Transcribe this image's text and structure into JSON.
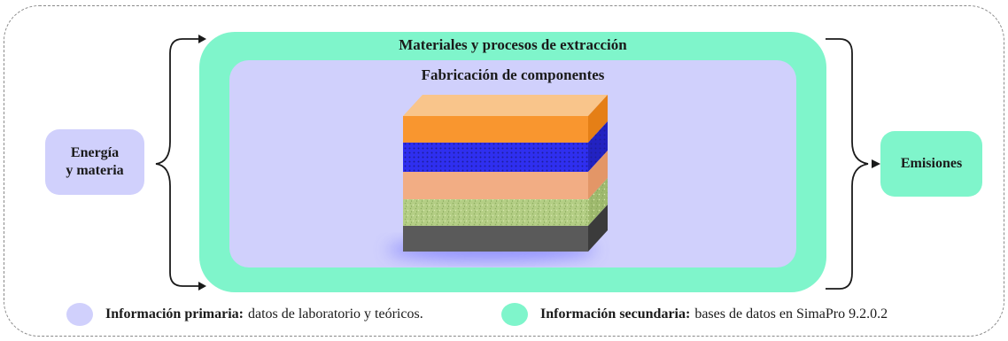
{
  "outer": {
    "title": "Materiales y procesos de extracción",
    "color": "#7ff5cb"
  },
  "inner": {
    "title": "Fabricación de componentes",
    "color": "#d0d0fc"
  },
  "input": {
    "line1": "Energía",
    "line2": "y materia"
  },
  "output": {
    "label": "Emisiones"
  },
  "stack_layers": [
    {
      "name": "orange",
      "color": "#f9962f",
      "pattern": "solid"
    },
    {
      "name": "blue",
      "color": "#2f2ff0",
      "pattern": "dotted"
    },
    {
      "name": "peach",
      "color": "#f2ad84",
      "pattern": "solid"
    },
    {
      "name": "green",
      "color": "#b4ce85",
      "pattern": "speckled"
    },
    {
      "name": "dark-gray",
      "color": "#5a5a5a",
      "pattern": "solid"
    }
  ],
  "legend": {
    "primary": {
      "label": "Información primaria:",
      "text": "datos de laboratorio y teóricos.",
      "color": "#d0d0fc"
    },
    "secondary": {
      "label": "Información secundaria:",
      "text": "bases de datos en SimaPro 9.2.0.2",
      "color": "#7ff5cb"
    }
  }
}
